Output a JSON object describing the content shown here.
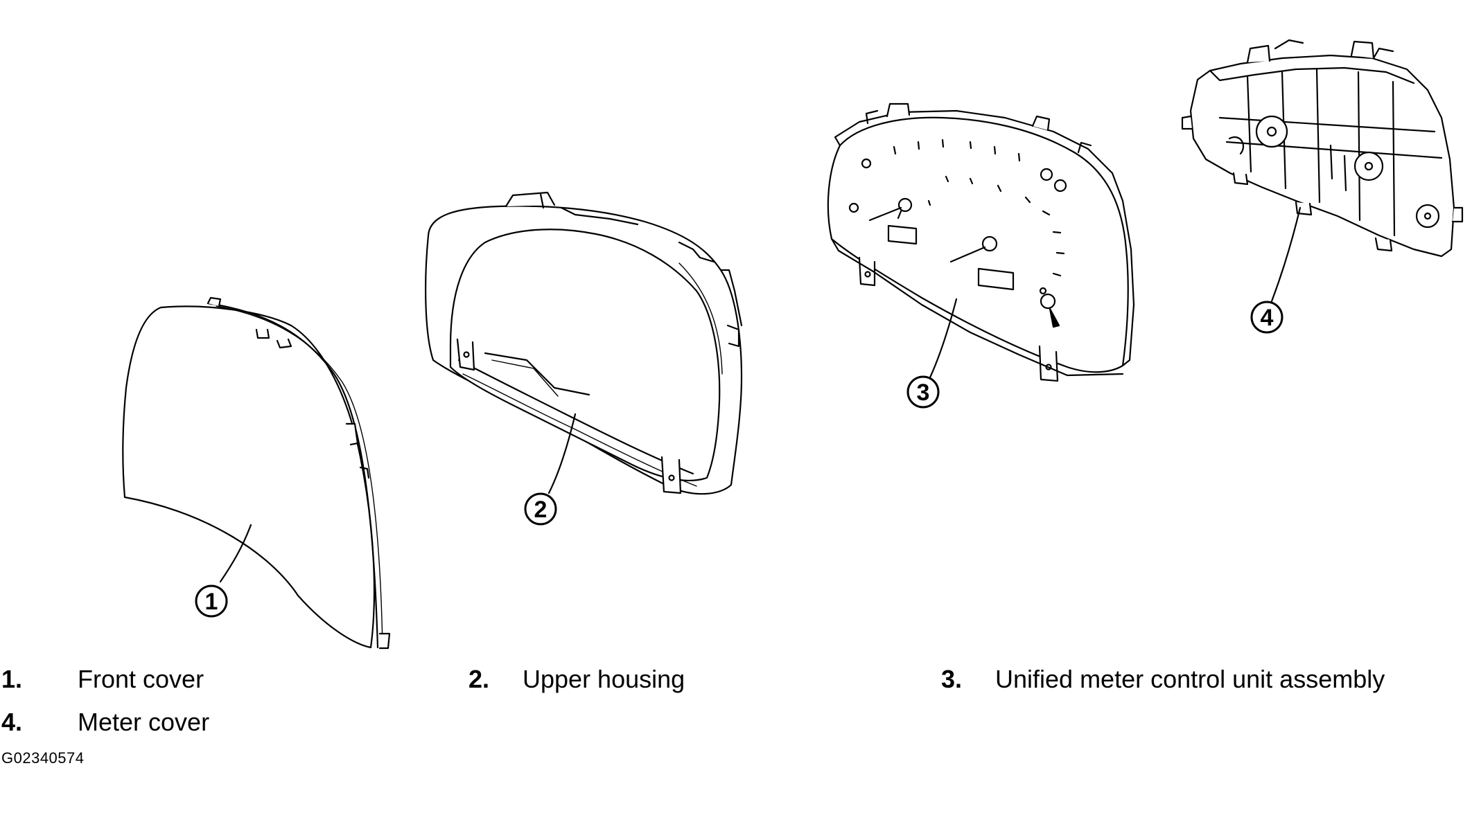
{
  "figure": {
    "code": "G02340574",
    "stroke_color": "#000000",
    "background_color": "#ffffff"
  },
  "callouts": [
    {
      "number": "1",
      "part": "Front cover"
    },
    {
      "number": "2",
      "part": "Upper housing"
    },
    {
      "number": "3",
      "part": "Unified meter control unit assembly"
    },
    {
      "number": "4",
      "part": "Meter cover"
    }
  ],
  "legend": [
    {
      "number": "1.",
      "label": "Front cover"
    },
    {
      "number": "2.",
      "label": "Upper housing"
    },
    {
      "number": "3.",
      "label": "Unified meter control unit assembly"
    },
    {
      "number": "4.",
      "label": "Meter cover"
    }
  ]
}
